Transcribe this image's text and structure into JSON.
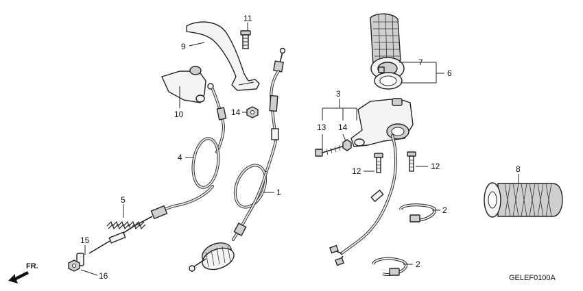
{
  "callouts": [
    {
      "id": "c11",
      "text": "11"
    },
    {
      "id": "c9",
      "text": "9"
    },
    {
      "id": "c10",
      "text": "10"
    },
    {
      "id": "c14a",
      "text": "14"
    },
    {
      "id": "c4",
      "text": "4"
    },
    {
      "id": "c1",
      "text": "1"
    },
    {
      "id": "c5",
      "text": "5"
    },
    {
      "id": "c15",
      "text": "15"
    },
    {
      "id": "c16",
      "text": "16"
    },
    {
      "id": "c7",
      "text": "7"
    },
    {
      "id": "c6",
      "text": "6"
    },
    {
      "id": "c3",
      "text": "3"
    },
    {
      "id": "c13",
      "text": "13"
    },
    {
      "id": "c14b",
      "text": "14"
    },
    {
      "id": "c12a",
      "text": "12"
    },
    {
      "id": "c12b",
      "text": "12"
    },
    {
      "id": "c8",
      "text": "8"
    },
    {
      "id": "c2a",
      "text": "2"
    },
    {
      "id": "c2b",
      "text": "2"
    }
  ],
  "direction_label": "FR.",
  "diagram_code": "GELEF0100A"
}
